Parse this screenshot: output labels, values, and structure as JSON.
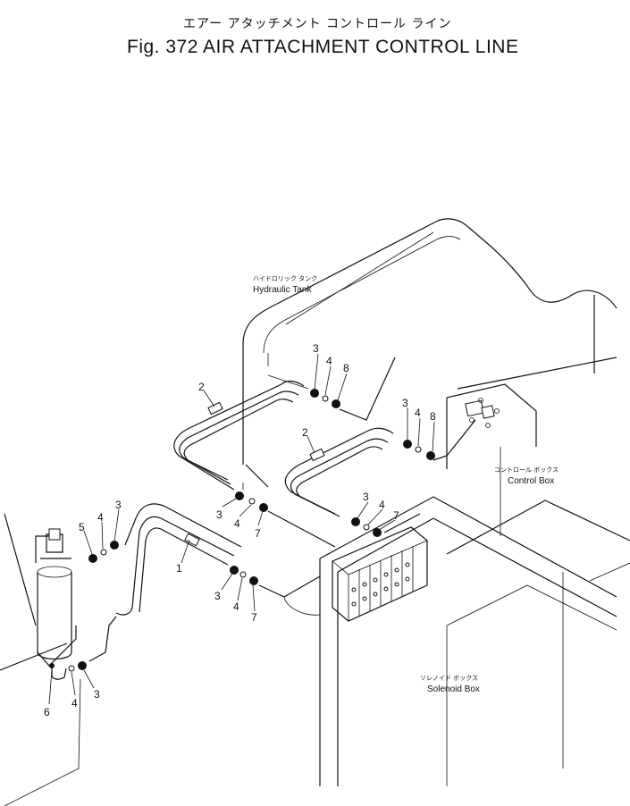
{
  "title": {
    "japanese": "エアー アタッチメント コントロール ライン",
    "english": "Fig. 372 AIR ATTACHMENT CONTROL LINE"
  },
  "components": {
    "hydraulic_tank": {
      "japanese": "ハイドロリック タンク",
      "english": "Hydraulic Tank"
    },
    "control_box": {
      "japanese": "コントロール ボックス",
      "english": "Control Box"
    },
    "solenoid_box": {
      "japanese": "ソレノイド ボックス",
      "english": "Solenoid Box"
    }
  },
  "callouts": {
    "c1": "1",
    "c2a": "2",
    "c2b": "2",
    "c3a": "3",
    "c3b": "3",
    "c3c": "3",
    "c3d": "3",
    "c3e": "3",
    "c3f": "3",
    "c3g": "3",
    "c4a": "4",
    "c4b": "4",
    "c4c": "4",
    "c4d": "4",
    "c4e": "4",
    "c4f": "4",
    "c4g": "4",
    "c5": "5",
    "c6": "6",
    "c7a": "7",
    "c7b": "7",
    "c7c": "7",
    "c8a": "8",
    "c8b": "8"
  }
}
